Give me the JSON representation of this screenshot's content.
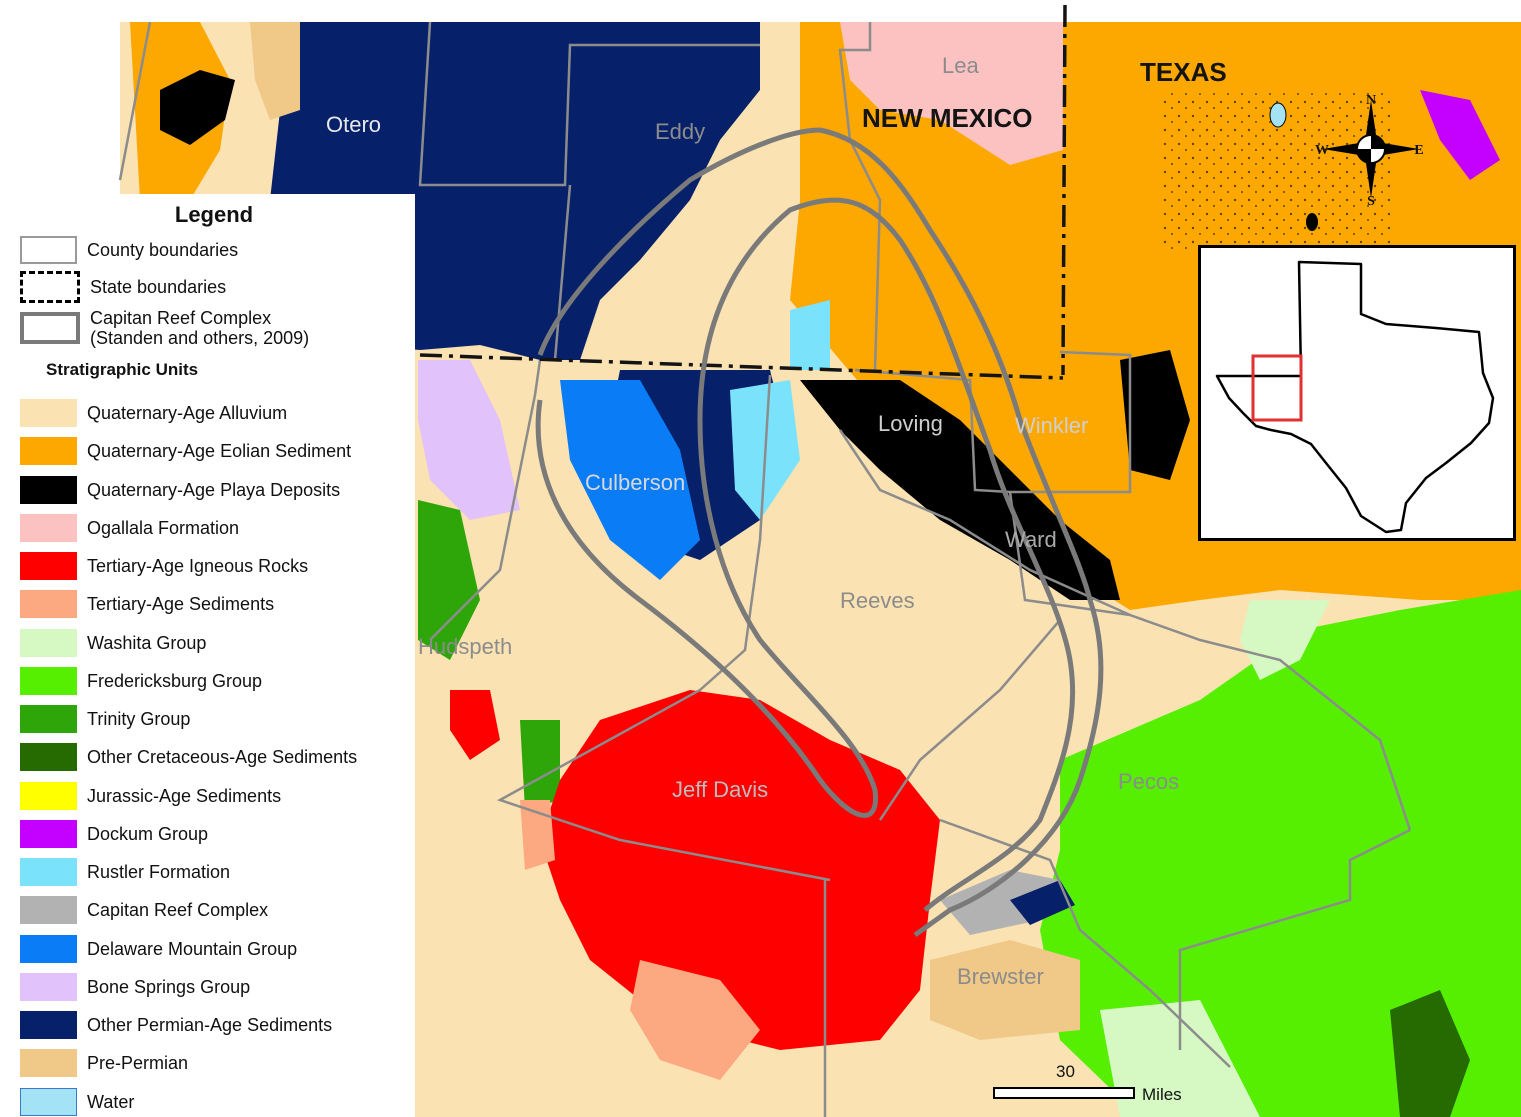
{
  "map": {
    "state_labels": [
      "NEW MEXICO",
      "TEXAS"
    ],
    "county_labels": [
      "Otero",
      "Eddy",
      "Lea",
      "Culberson",
      "Loving",
      "Winkler",
      "Ward",
      "Reeves",
      "Hudspeth",
      "Jeff Davis",
      "Pecos",
      "Brewster"
    ]
  },
  "legend": {
    "title": "Legend",
    "boundary_items": [
      {
        "label": "County boundaries"
      },
      {
        "label": "State boundaries"
      },
      {
        "label": "Capitan Reef Complex",
        "sublabel": "(Standen and others, 2009)"
      }
    ],
    "units_heading": "Stratigraphic Units",
    "units": [
      {
        "label": "Quaternary-Age Alluvium",
        "color": "#fae2b2"
      },
      {
        "label": "Quaternary-Age Eolian Sediment",
        "color": "#fca800"
      },
      {
        "label": "Quaternary-Age Playa Deposits",
        "color": "#000000"
      },
      {
        "label": "Ogallala Formation",
        "color": "#fcc2c2"
      },
      {
        "label": "Tertiary-Age Igneous Rocks",
        "color": "#ff0000"
      },
      {
        "label": "Tertiary-Age Sediments",
        "color": "#fca880"
      },
      {
        "label": "Washita Group",
        "color": "#d6f9c4"
      },
      {
        "label": "Fredericksburg Group",
        "color": "#56ef02"
      },
      {
        "label": "Trinity Group",
        "color": "#2ea60a"
      },
      {
        "label": "Other Cretaceous-Age Sediments",
        "color": "#266a02"
      },
      {
        "label": "Jurassic-Age Sediments",
        "color": "#ffff00"
      },
      {
        "label": "Dockum Group",
        "color": "#c400ff"
      },
      {
        "label": "Rustler Formation",
        "color": "#7ae2fa"
      },
      {
        "label": "Capitan Reef Complex",
        "color": "#b2b2b2"
      },
      {
        "label": "Delaware Mountain Group",
        "color": "#0a7cf6"
      },
      {
        "label": "Bone Springs Group",
        "color": "#e2c2fa"
      },
      {
        "label": "Other Permian-Age Sediments",
        "color": "#06206a"
      },
      {
        "label": "Pre-Permian",
        "color": "#f0c888"
      },
      {
        "label": "Water",
        "color": "#a4e2f6"
      }
    ]
  },
  "compass": {
    "n": "N",
    "s": "S",
    "e": "E",
    "w": "W"
  },
  "scale_bar": {
    "value": "30",
    "unit": "Miles"
  }
}
